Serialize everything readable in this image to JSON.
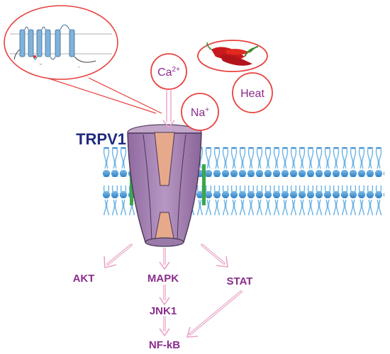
{
  "protein": {
    "name": "TRPV1"
  },
  "stimuli": {
    "ca_base": "Ca",
    "ca_sup": "2+",
    "na_base": "Na",
    "na_sup": "+",
    "heat": "Heat"
  },
  "pathways": {
    "akt": "AKT",
    "mapk": "MAPK",
    "stat": "STAT",
    "jnk1": "JNK1",
    "nfkb": "NF-kB"
  },
  "colors": {
    "stimulus_outline": "#e8413e",
    "label_purple": "#8a2c8c",
    "title_navy": "#1f2c7d",
    "channel_purple": "#a886b3",
    "pore_peach": "#e6a98c",
    "membrane_blue": "#3f8fd3",
    "tail_blue": "#6bb3e6",
    "arrow_pink": "#e9a3c6"
  }
}
